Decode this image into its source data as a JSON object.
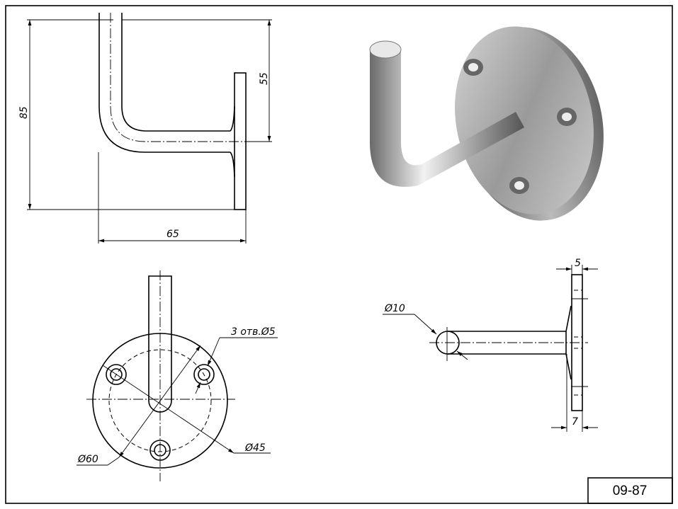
{
  "drawing": {
    "code": "09-87",
    "front_view": {
      "height_total": "85",
      "height_tube": "55",
      "width": "65"
    },
    "plan_view": {
      "holes": "3 отв.Ø5",
      "outer_diameter": "Ø60",
      "bolt_circle": "Ø45"
    },
    "side_view": {
      "tube_diameter": "Ø10",
      "plate_thickness": "5",
      "total_thickness": "7"
    }
  }
}
